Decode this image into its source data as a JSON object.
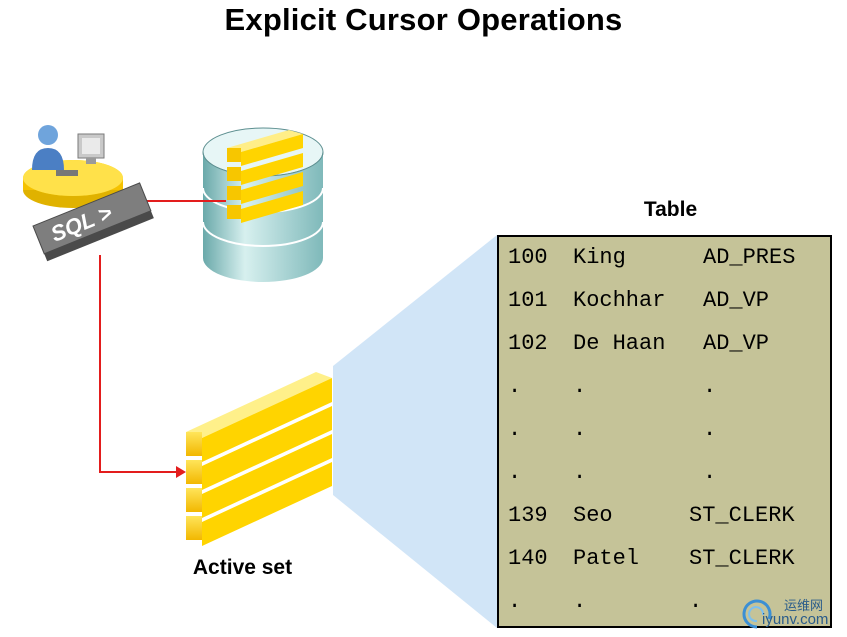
{
  "title": "Explicit Cursor Operations",
  "sql_sign": "SQL >",
  "table_label": "Table",
  "active_set_label": "Active set",
  "rows": [
    {
      "id": "100",
      "name": "King",
      "job": "AD_PRES"
    },
    {
      "id": "101",
      "name": "Kochhar",
      "job": "AD_VP"
    },
    {
      "id": "102",
      "name": "De Haan",
      "job": "AD_VP"
    },
    {
      "id": ".",
      "name": ".",
      "job": "."
    },
    {
      "id": ".",
      "name": ".",
      "job": "."
    },
    {
      "id": ".",
      "name": ".",
      "job": "."
    },
    {
      "id": "139",
      "name": "Seo",
      "job": "ST_CLERK"
    },
    {
      "id": "140",
      "name": "Patel",
      "job": "ST_CLERK"
    },
    {
      "id": ".",
      "name": ".",
      "job": "."
    }
  ],
  "watermark": {
    "cn": "运维网",
    "en": "iyunv.com"
  },
  "colors": {
    "panel": "#c5c398",
    "arrow": "#e31d1d",
    "bars": "#ffd400",
    "cylinder": "#b8dede",
    "projection": "#cfe4f7"
  }
}
